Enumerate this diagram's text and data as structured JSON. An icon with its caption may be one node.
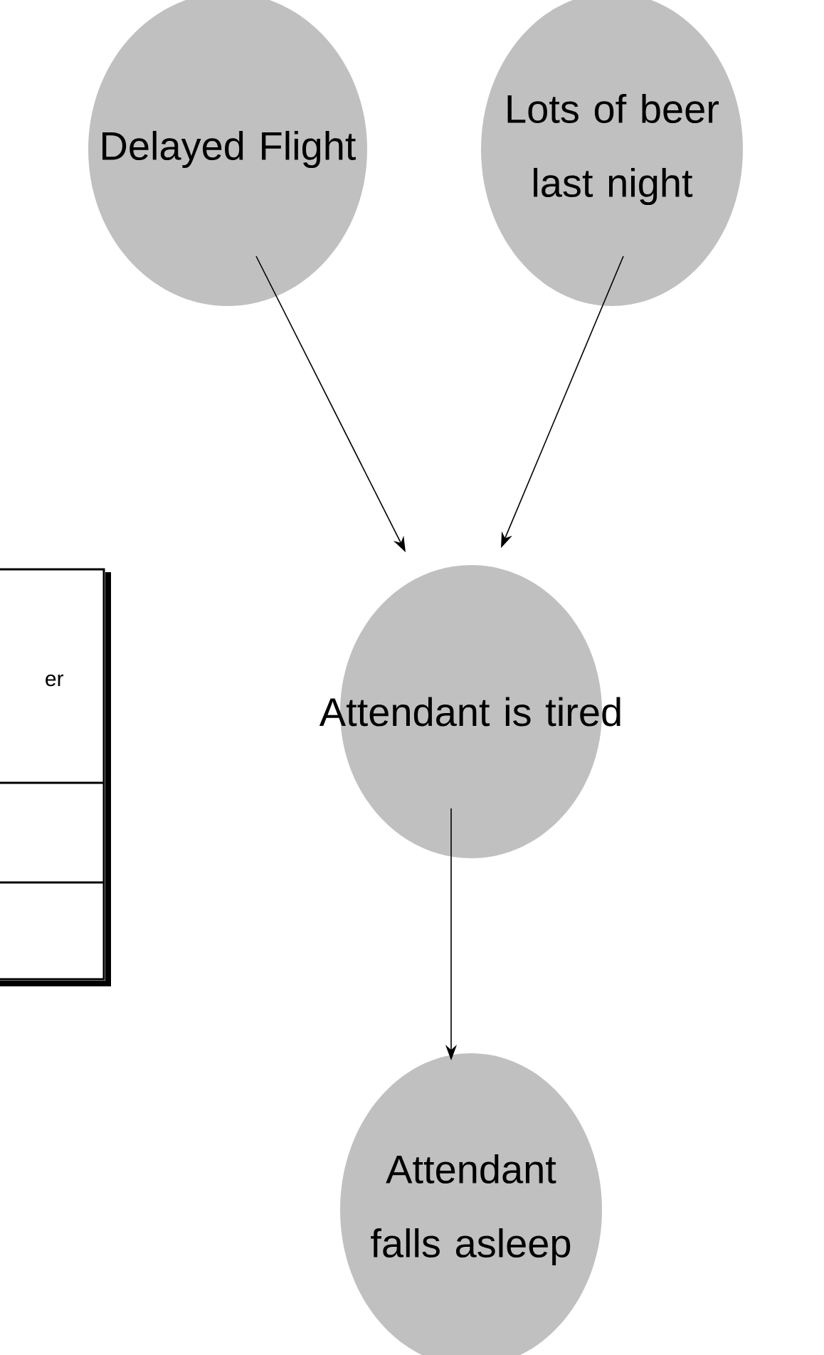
{
  "diagram": {
    "nodes": [
      {
        "text": [
          "Delayed Flight"
        ]
      },
      {
        "text": [
          "Lots of beer last night"
        ]
      },
      {
        "text": [
          "Attendant is tired"
        ]
      },
      {
        "text": [
          "Attendant falls asleep"
        ]
      }
    ],
    "edges": [
      {
        "from": 0,
        "to": 2,
        "arrow": "to"
      },
      {
        "from": 1,
        "to": 2,
        "arrow": "to"
      },
      {
        "from": 2,
        "to": 3,
        "arrow": "to"
      }
    ],
    "labels": [
      "er"
    ]
  }
}
